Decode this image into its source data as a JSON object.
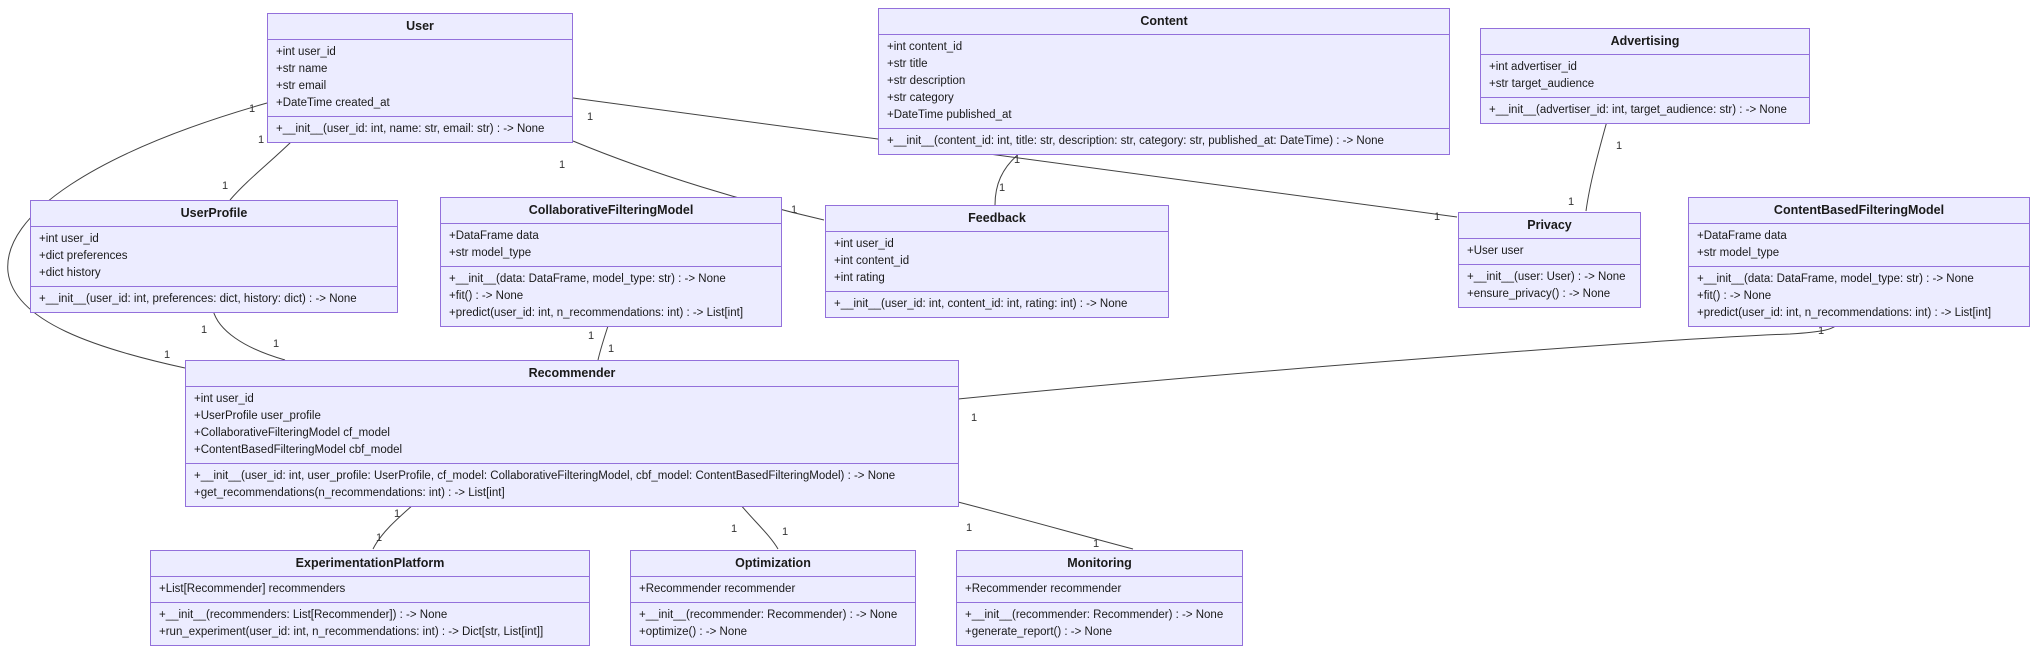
{
  "diagram": {
    "type": "uml-class-diagram",
    "background_color": "#ffffff",
    "node_fill": "#ECECFF",
    "node_border": "#9370DB",
    "edge_color": "#424242"
  },
  "classes": [
    {
      "name": "User",
      "attributes": [
        "+int user_id",
        "+str name",
        "+str email",
        "+DateTime created_at"
      ],
      "methods": [
        "+__init__(user_id: int, name: str, email: str) : -> None"
      ]
    },
    {
      "name": "Content",
      "attributes": [
        "+int content_id",
        "+str title",
        "+str description",
        "+str category",
        "+DateTime published_at"
      ],
      "methods": [
        "+__init__(content_id: int, title: str, description: str, category: str, published_at: DateTime) : -> None"
      ]
    },
    {
      "name": "Advertising",
      "attributes": [
        "+int advertiser_id",
        "+str target_audience"
      ],
      "methods": [
        "+__init__(advertiser_id: int, target_audience: str) : -> None"
      ]
    },
    {
      "name": "UserProfile",
      "attributes": [
        "+int user_id",
        "+dict preferences",
        "+dict history"
      ],
      "methods": [
        "+__init__(user_id: int, preferences: dict, history: dict) : -> None"
      ]
    },
    {
      "name": "CollaborativeFilteringModel",
      "attributes": [
        "+DataFrame data",
        "+str model_type"
      ],
      "methods": [
        "+__init__(data: DataFrame, model_type: str) : -> None",
        "+fit() : -> None",
        "+predict(user_id: int, n_recommendations: int) : -> List[int]"
      ]
    },
    {
      "name": "Feedback",
      "attributes": [
        "+int user_id",
        "+int content_id",
        "+int rating"
      ],
      "methods": [
        "+__init__(user_id: int, content_id: int, rating: int) : -> None"
      ]
    },
    {
      "name": "Privacy",
      "attributes": [
        "+User user"
      ],
      "methods": [
        "+__init__(user: User) : -> None",
        "+ensure_privacy() : -> None"
      ]
    },
    {
      "name": "ContentBasedFilteringModel",
      "attributes": [
        "+DataFrame data",
        "+str model_type"
      ],
      "methods": [
        "+__init__(data: DataFrame, model_type: str) : -> None",
        "+fit() : -> None",
        "+predict(user_id: int, n_recommendations: int) : -> List[int]"
      ]
    },
    {
      "name": "Recommender",
      "attributes": [
        "+int user_id",
        "+UserProfile user_profile",
        "+CollaborativeFilteringModel cf_model",
        "+ContentBasedFilteringModel cbf_model"
      ],
      "methods": [
        "+__init__(user_id: int, user_profile: UserProfile, cf_model: CollaborativeFilteringModel, cbf_model: ContentBasedFilteringModel) : -> None",
        "+get_recommendations(n_recommendations: int) : -> List[int]"
      ]
    },
    {
      "name": "ExperimentationPlatform",
      "attributes": [
        "+List[Recommender] recommenders"
      ],
      "methods": [
        "+__init__(recommenders: List[Recommender]) : -> None",
        "+run_experiment(user_id: int, n_recommendations: int) : -> Dict[str, List[int]]"
      ]
    },
    {
      "name": "Optimization",
      "attributes": [
        "+Recommender recommender"
      ],
      "methods": [
        "+__init__(recommender: Recommender) : -> None",
        "+optimize() : -> None"
      ]
    },
    {
      "name": "Monitoring",
      "attributes": [
        "+Recommender recommender"
      ],
      "methods": [
        "+__init__(recommender: Recommender) : -> None",
        "+generate_report() : -> None"
      ]
    }
  ],
  "edges": [
    {
      "from": "User",
      "to": "UserProfile",
      "source_label": "1",
      "target_label": "1"
    },
    {
      "from": "User",
      "to": "Recommender",
      "source_label": "1",
      "target_label": "1"
    },
    {
      "from": "User",
      "to": "Feedback",
      "source_label": "1",
      "target_label": "1"
    },
    {
      "from": "User",
      "to": "Privacy",
      "source_label": "1",
      "target_label": "1"
    },
    {
      "from": "UserProfile",
      "to": "Recommender",
      "source_label": "1",
      "target_label": "1"
    },
    {
      "from": "Content",
      "to": "Feedback",
      "source_label": "1",
      "target_label": "1"
    },
    {
      "from": "Advertising",
      "to": "Privacy",
      "source_label": "1",
      "target_label": "1"
    },
    {
      "from": "CollaborativeFilteringModel",
      "to": "Recommender",
      "source_label": "1",
      "target_label": "1"
    },
    {
      "from": "ContentBasedFilteringModel",
      "to": "Recommender",
      "source_label": "1",
      "target_label": "1"
    },
    {
      "from": "Recommender",
      "to": "ExperimentationPlatform",
      "source_label": "1",
      "target_label": "1"
    },
    {
      "from": "Recommender",
      "to": "Optimization",
      "source_label": "1",
      "target_label": "1"
    },
    {
      "from": "Recommender",
      "to": "Monitoring",
      "source_label": "1",
      "target_label": "1"
    }
  ]
}
